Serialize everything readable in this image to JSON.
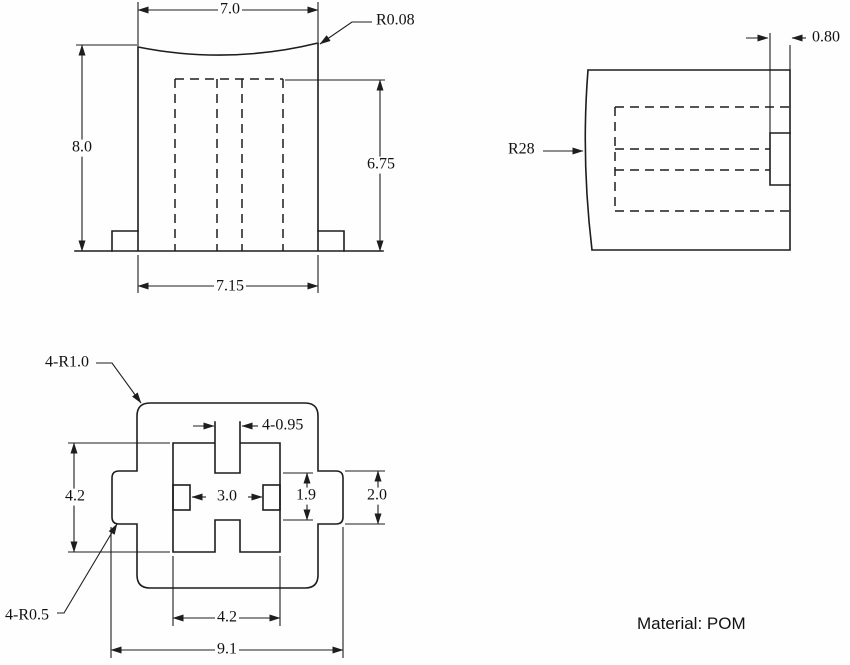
{
  "page": {
    "background": "#fefefe",
    "ink": "#1d1d1d"
  },
  "views": {
    "front": {
      "title": "front-view",
      "dims": {
        "top_width": "7.0",
        "top_radius": "R0.08",
        "overall_height": "8.0",
        "cavity_height": "6.75",
        "bottom_width": "7.15"
      }
    },
    "side": {
      "title": "side-view",
      "dims": {
        "face_radius": "R28",
        "step_width": "0.80"
      }
    },
    "bottom": {
      "title": "bottom-view",
      "dims": {
        "corner_radius": "4-R1.0",
        "slot_width": "4-0.95",
        "cavity_height": "4.2",
        "pin_spacing": "3.0",
        "rib_height": "1.9",
        "ear_height": "2.0",
        "ear_radius": "4-R0.5",
        "cavity_width": "4.2",
        "overall_width": "9.1"
      }
    }
  },
  "notes": {
    "material": "Material: POM"
  }
}
